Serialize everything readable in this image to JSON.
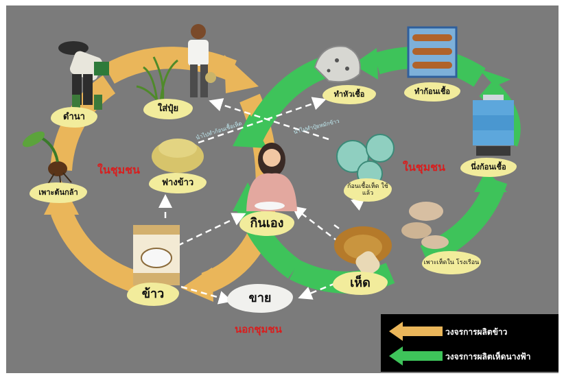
{
  "diagram": {
    "nodes": {
      "planting": "ดำนา",
      "fertilize": "ใส่ปุ๋ย",
      "seedling": "เพาะต้นกล้า",
      "straw": "ฟางข้าว",
      "rice": "ข้าว",
      "eat_self": "กินเอง",
      "sell": "ขาย",
      "spawn": "ทำหัวเชื้อ",
      "bags": "ทำก้อนเชื้อ",
      "steam": "นึ่งก้อนเชื้อ",
      "used_bags": "ก้อนเชื้อเห็ด ใช้แล้ว",
      "greenhouse": "เพาะเห็ดใน โรงเรือน",
      "mushroom": "เห็ด"
    },
    "region_labels": {
      "left_community": "ในชุมชน",
      "right_community": "ในชุมชน",
      "outside": "นอกชุมชน"
    },
    "path_labels": {
      "straw_to_spawn": "นำไปทำก้อนเชื้อเห็ด",
      "used_to_fertilizer": "นำไปทำปุ๋ยหมักข้าว"
    }
  },
  "legend": {
    "items": [
      {
        "label": "วงจรการผลิตข้าว",
        "color": "#eab65a"
      },
      {
        "label": "วงจรการผลิตเห็ดนางฟ้า",
        "color": "#3ec35a"
      }
    ]
  },
  "colors": {
    "background": "#7b7b7b",
    "rice_cycle": "#eab65a",
    "mushroom_cycle": "#3ec35a",
    "label_blob": "#f2ec9c",
    "region_text": "#d81e1e",
    "dashed_link": "#ffffff"
  },
  "illustrations": [
    "farmer-planting",
    "farmer-fertilizing",
    "rice-plant",
    "seedling",
    "straw-pile",
    "rice-bag",
    "woman-eating",
    "spawn-block",
    "mushroom-bag-rack",
    "steamer",
    "used-spawn-bags",
    "oyster-mushrooms",
    "mushroom"
  ]
}
